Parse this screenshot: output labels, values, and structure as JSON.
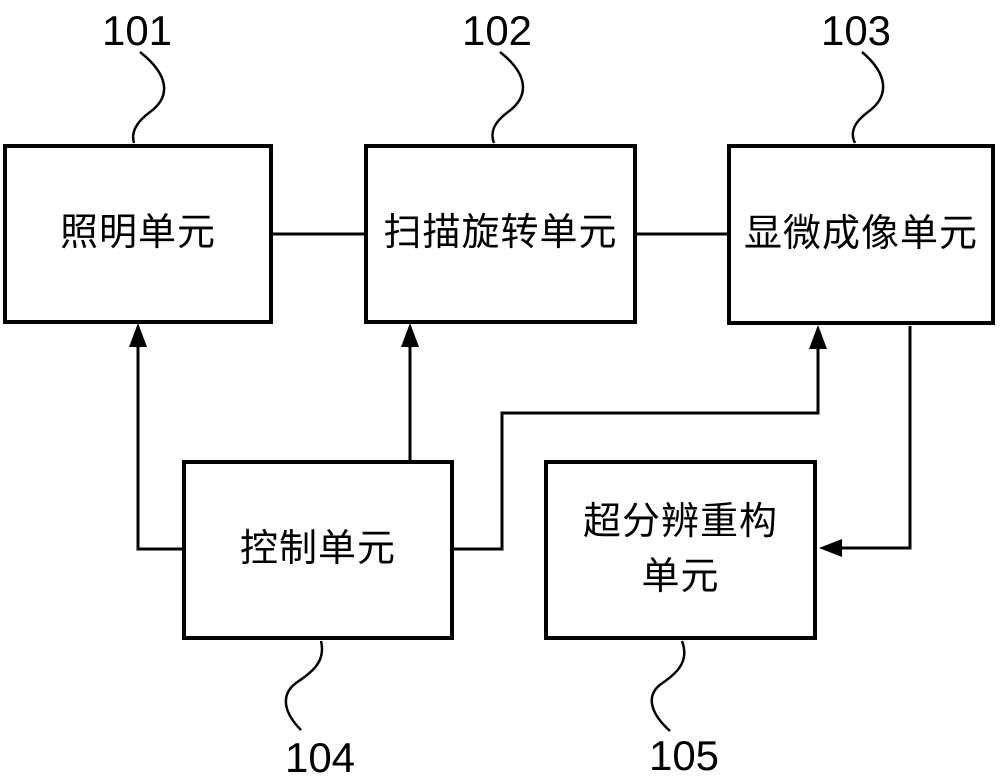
{
  "figure": {
    "type": "patent-block-diagram",
    "background_color": "#ffffff",
    "line_color": "#000000",
    "text_color": "#000000"
  },
  "boxes": [
    {
      "id": "illumination-unit",
      "label": "照明单元",
      "ref": "101"
    },
    {
      "id": "scan-rotation-unit",
      "label": "扫描旋转单元",
      "ref": "102"
    },
    {
      "id": "microscopic-imaging-unit",
      "label": "显微成像单元",
      "ref": "103"
    },
    {
      "id": "control-unit",
      "label": "控制单元",
      "ref": "104"
    },
    {
      "id": "super-resolution-reconstruction-unit",
      "label": "超分辨重构单元",
      "label_lines": [
        "超分辨重构",
        "单元"
      ],
      "ref": "105"
    }
  ],
  "connections": [
    {
      "from": "illumination-unit",
      "to": "scan-rotation-unit",
      "style": "plain-line"
    },
    {
      "from": "scan-rotation-unit",
      "to": "microscopic-imaging-unit",
      "style": "plain-line"
    },
    {
      "from": "control-unit",
      "to": "illumination-unit",
      "style": "arrow-up"
    },
    {
      "from": "control-unit",
      "to": "scan-rotation-unit",
      "style": "arrow-up"
    },
    {
      "from": "control-unit",
      "to": "microscopic-imaging-unit",
      "style": "arrow-up"
    },
    {
      "from": "microscopic-imaging-unit",
      "to": "super-resolution-reconstruction-unit",
      "style": "arrow-left"
    }
  ]
}
